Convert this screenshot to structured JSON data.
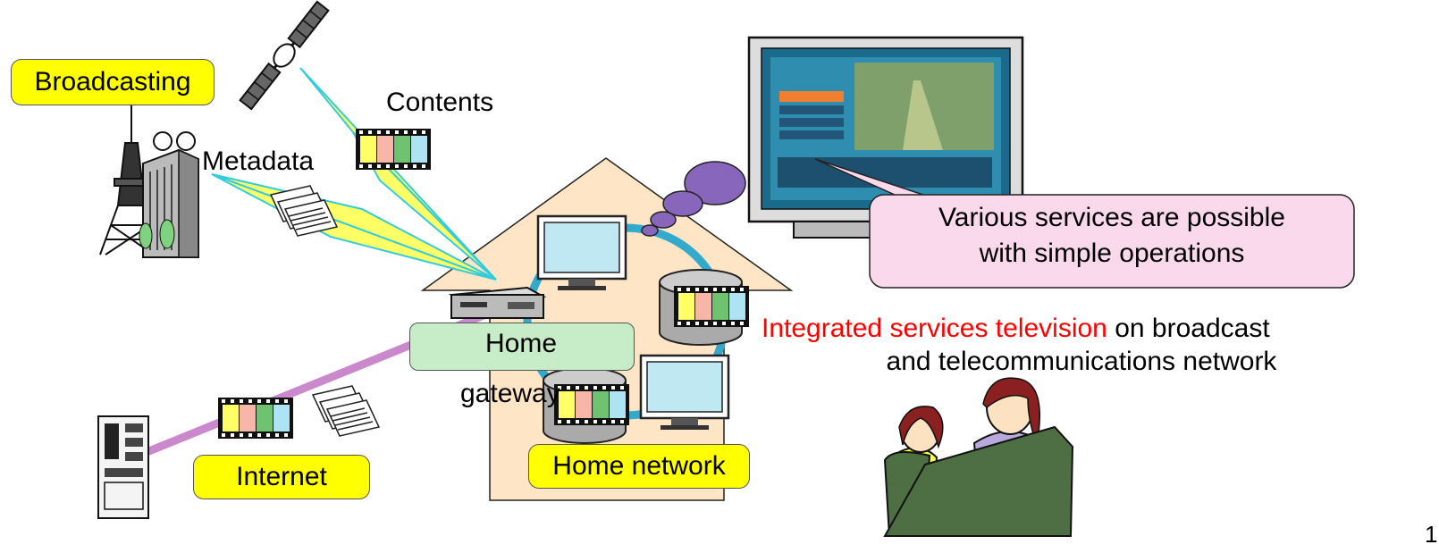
{
  "labels": {
    "broadcasting": "Broadcasting",
    "contents": "Contents",
    "metadata": "Metadata",
    "home_gateway_line1": "Home",
    "home_gateway_line2": "gateway",
    "internet": "Internet",
    "home_network": "Home network",
    "callout_line1": "Various services are possible",
    "callout_line2": "with simple operations",
    "integrated_highlight": "Integrated services television",
    "integrated_rest": " on broadcast",
    "integrated_line2": "and telecommunications network",
    "page_number": "1"
  },
  "colors": {
    "label_yellow": "#ffff00",
    "gateway_green": "#c7ecc8",
    "callout_pink": "#fbd9ec",
    "highlight_red": "#ff0000",
    "house_fill": "#fde5c6",
    "beam_yellow": "#ffff66",
    "link_cyan": "#33ccdd",
    "internet_purple": "#cc88cc",
    "ring_blue": "#33aacc",
    "thought_purple": "#8866bb"
  }
}
